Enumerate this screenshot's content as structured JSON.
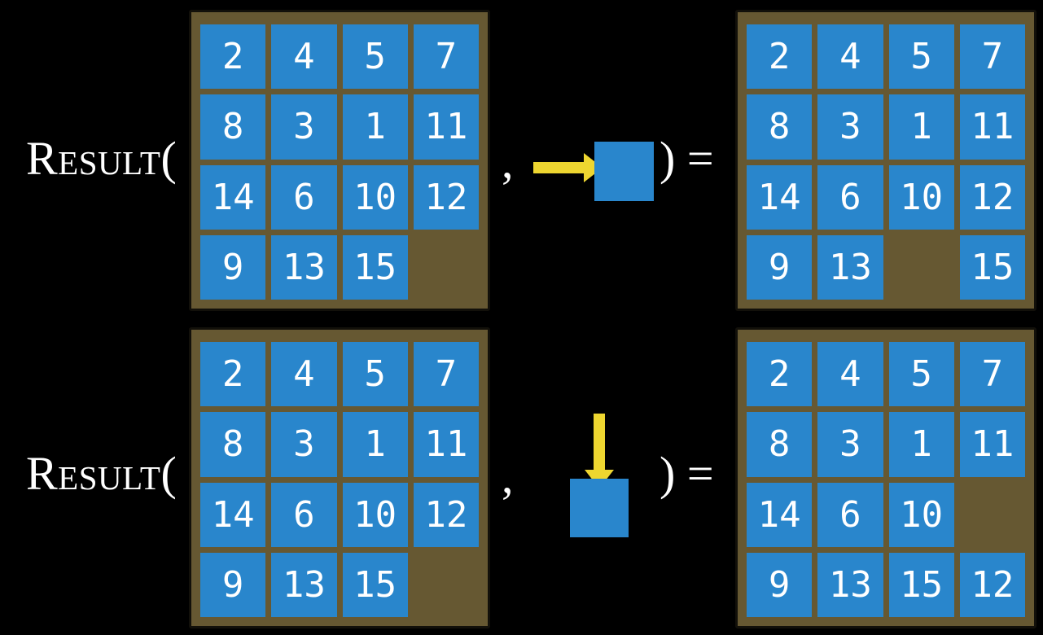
{
  "figure": {
    "description_label": "Result(",
    "punctuation": {
      "comma": ",",
      "close_paren_equals": ") ="
    }
  },
  "colors": {
    "background": "#000000",
    "frame_brown": "#665832",
    "frame_border": "#12100a",
    "tile_blue": "#2986CC",
    "tile_text": "#FFFFFF",
    "arrow_yellow": "#EED630",
    "label_text": "#FFFFFF"
  },
  "rows": [
    {
      "label": "Result(",
      "action_icon": "arrow-right-icon",
      "before": [
        [
          "2",
          "4",
          "5",
          "7"
        ],
        [
          "8",
          "3",
          "1",
          "11"
        ],
        [
          "14",
          "6",
          "10",
          "12"
        ],
        [
          "9",
          "13",
          "15",
          ""
        ]
      ],
      "after": [
        [
          "2",
          "4",
          "5",
          "7"
        ],
        [
          "8",
          "3",
          "1",
          "11"
        ],
        [
          "14",
          "6",
          "10",
          "12"
        ],
        [
          "9",
          "13",
          "",
          "15"
        ]
      ]
    },
    {
      "label": "Result(",
      "action_icon": "arrow-down-icon",
      "before": [
        [
          "2",
          "4",
          "5",
          "7"
        ],
        [
          "8",
          "3",
          "1",
          "11"
        ],
        [
          "14",
          "6",
          "10",
          "12"
        ],
        [
          "9",
          "13",
          "15",
          ""
        ]
      ],
      "after": [
        [
          "2",
          "4",
          "5",
          "7"
        ],
        [
          "8",
          "3",
          "1",
          "11"
        ],
        [
          "14",
          "6",
          "10",
          ""
        ],
        [
          "9",
          "13",
          "15",
          "12"
        ]
      ]
    }
  ]
}
